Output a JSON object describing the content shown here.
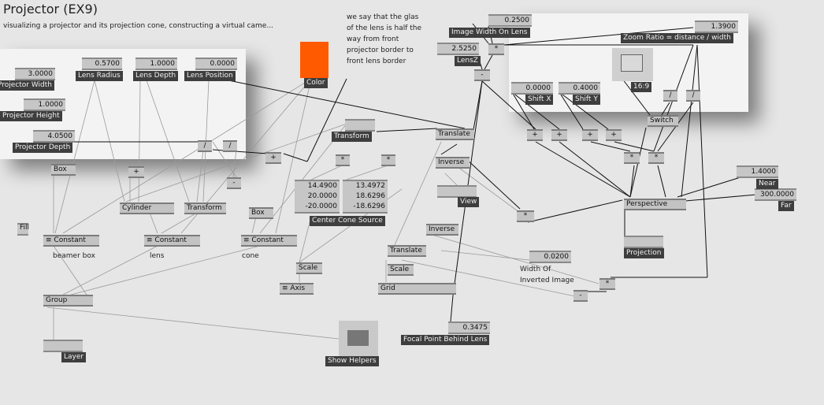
{
  "header": {
    "title": "Projector (EX9)",
    "subtitle": "visualizing a projector and its projection cone, constructing a virtual came..."
  },
  "comments": {
    "glass_note": "we say that the glas\nof the lens is half the\nway from front\nprojector border to\nfront lens border",
    "beamer_box": "beamer box",
    "lens": "lens",
    "cone": "cone",
    "width_inverted": "Width Of\nInverted Image"
  },
  "colors": {
    "swatch": "#ff5a00",
    "background": "#e6e6e6",
    "panel": "#f3f3f3",
    "tag": "#3e3e3e"
  },
  "inputs": {
    "image_width": {
      "value": "0.2500",
      "label": "Image Width On Lens"
    },
    "lensz": {
      "value": "2.5250",
      "label": "LensZ"
    },
    "zoom_ratio": {
      "value": "1.3900",
      "label": "Zoom Ratio = distance / width"
    },
    "projector_width": {
      "value": "3.0000",
      "label": "Projector Width"
    },
    "projector_height": {
      "value": "1.0000",
      "label": "Projector Height"
    },
    "projector_depth": {
      "value": "4.0500",
      "label": "Projector Depth"
    },
    "lens_radius": {
      "value": "0.5700",
      "label": "Lens Radius"
    },
    "lens_depth": {
      "value": "1.0000",
      "label": "Lens Depth"
    },
    "lens_position": {
      "value": "0.0000",
      "label": "Lens Position"
    },
    "color_label": "Color",
    "shift_x": {
      "value": "0.0000",
      "label": "Shift X"
    },
    "shift_y": {
      "value": "0.4000",
      "label": "Shift Y"
    },
    "aspect_label": "16:9",
    "near": {
      "value": "1.4000",
      "label": "Near"
    },
    "far": {
      "value": "300.0000",
      "label": "Far"
    },
    "width_of_inverted": {
      "value": "0.0200"
    },
    "focal_point": {
      "value": "0.3475",
      "label": "Focal Point Behind Lens"
    },
    "center": {
      "values": [
        "14.4900",
        "20.0000",
        "-20.0000"
      ],
      "label": "Center"
    },
    "cone_source": {
      "values": [
        "13.4972",
        "18.6296",
        "-18.6296"
      ],
      "label": "Cone Source"
    },
    "fill_label": "Fill"
  },
  "nodes": {
    "transform_label": "Transform",
    "translate": "Translate",
    "inverse": "Inverse",
    "view_label": "View",
    "box": "Box",
    "cylinder": "Cylinder",
    "transform": "Transform",
    "constant": "Constant",
    "scale": "Scale",
    "axis": "Axis",
    "grid": "Grid",
    "group": "Group",
    "layer_label": "Layer",
    "show_helpers": "Show Helpers",
    "switch": "Switch",
    "perspective": "Perspective",
    "projection_label": "Projection",
    "op_mul": "*",
    "op_plus": "+",
    "op_minus": "-",
    "op_div": "/"
  }
}
